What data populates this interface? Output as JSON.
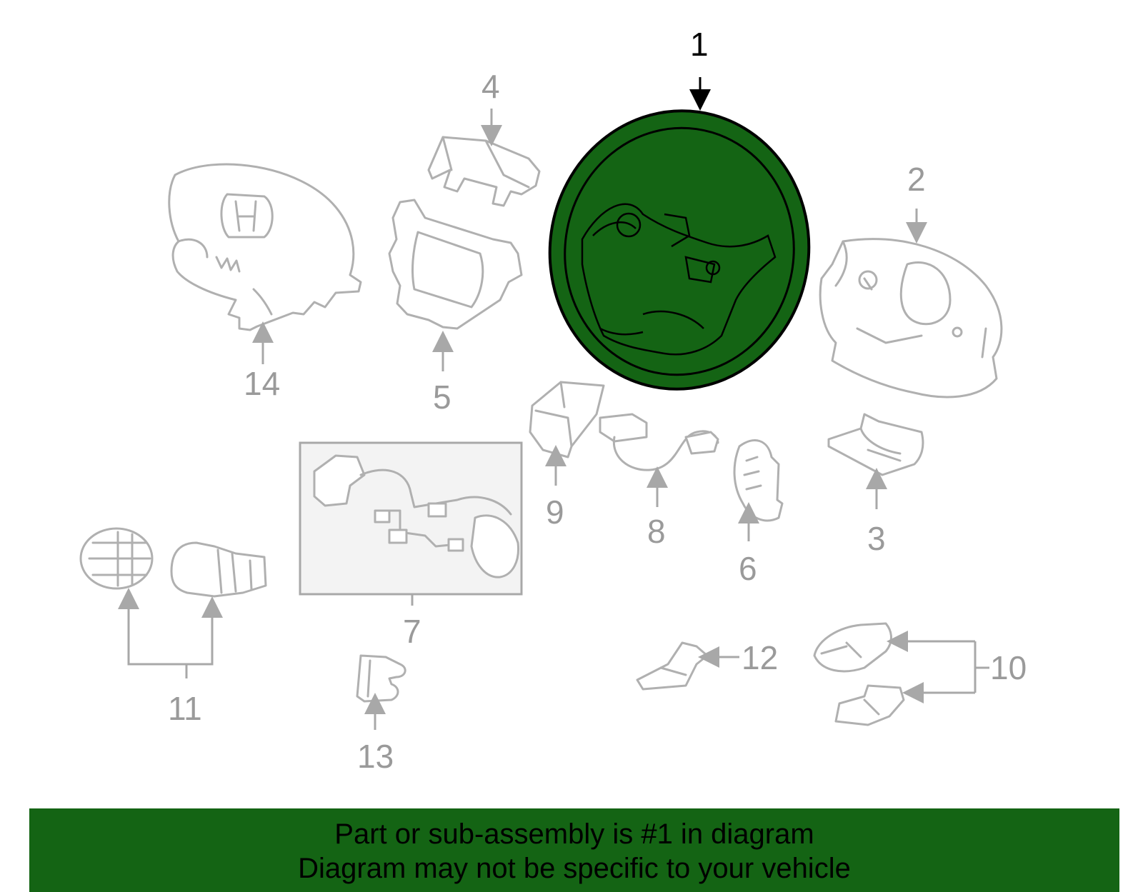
{
  "callouts": {
    "n1": "1",
    "n2": "2",
    "n3": "3",
    "n4": "4",
    "n5": "5",
    "n6": "6",
    "n7": "7",
    "n8": "8",
    "n9": "9",
    "n10": "10",
    "n11": "11",
    "n12": "12",
    "n13": "13",
    "n14": "14"
  },
  "highlight": {
    "part_number": "1",
    "color": "#146414"
  },
  "banner": {
    "line1": "Part or sub-assembly is #1 in diagram",
    "line2": "Diagram may not be specific to your vehicle",
    "background": "#146414"
  }
}
